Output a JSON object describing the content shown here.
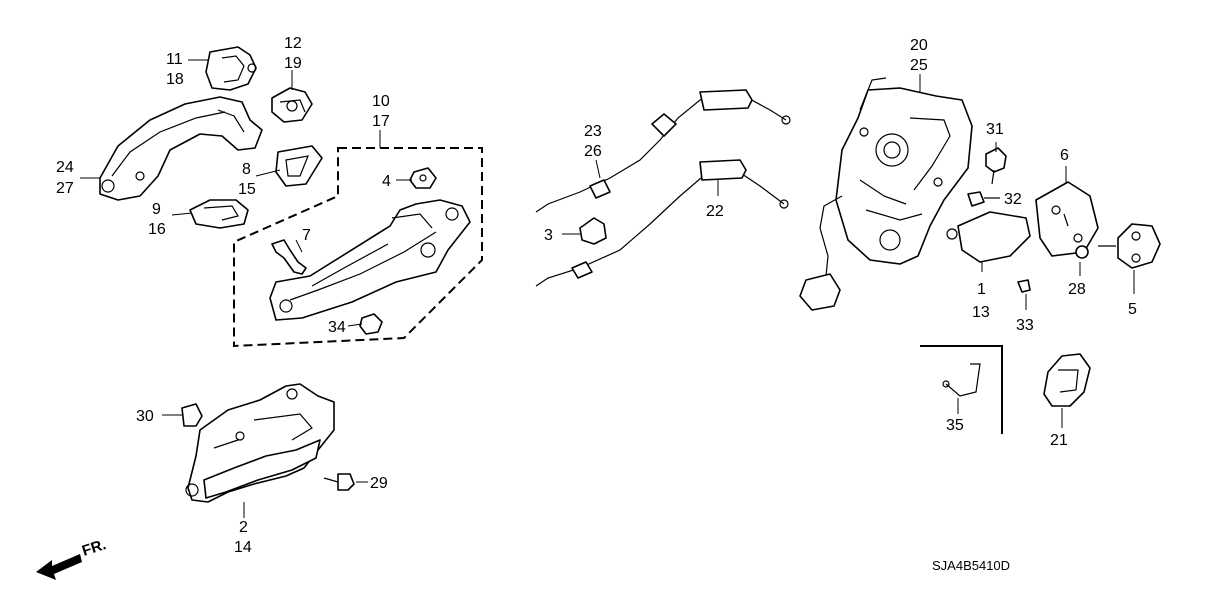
{
  "labels": {
    "l1": "1",
    "l2": "2",
    "l3": "3",
    "l4": "4",
    "l5": "5",
    "l6": "6",
    "l7": "7",
    "l8": "8",
    "l9": "9",
    "l10": "10",
    "l11": "11",
    "l12": "12",
    "l13": "13",
    "l14": "14",
    "l15": "15",
    "l16": "16",
    "l17": "17",
    "l18": "18",
    "l19": "19",
    "l20": "20",
    "l21": "21",
    "l22": "22",
    "l23": "23",
    "l24": "24",
    "l25": "25",
    "l26": "26",
    "l27": "27",
    "l28": "28",
    "l29": "29",
    "l30": "30",
    "l31": "31",
    "l32": "32",
    "l33": "33",
    "l34": "34",
    "l35": "35"
  },
  "direction_label": "FR.",
  "diagram_code": "SJA4B5410D"
}
